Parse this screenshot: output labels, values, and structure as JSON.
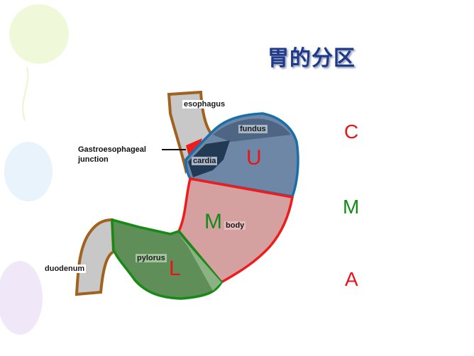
{
  "title": "胃的分区",
  "sides": [
    {
      "label": "C",
      "color": "#e8141c"
    },
    {
      "label": "M",
      "color": "#138a1a"
    },
    {
      "label": "A",
      "color": "#e8141c"
    }
  ],
  "diagram": {
    "labels": {
      "esophagus": "esophagus",
      "junction_line1": "Gastroesophageal",
      "junction_line2": "junction",
      "fundus": "fundus",
      "cardia": "cardia",
      "body": "body",
      "pylorus": "pylorus",
      "duodenum": "duodenum"
    },
    "regions": {
      "upper": {
        "letter": "U",
        "color": "#e8141c"
      },
      "middle": {
        "letter": "M",
        "color": "#138a1a"
      },
      "lower": {
        "letter": "L",
        "color": "#e8141c"
      }
    }
  }
}
